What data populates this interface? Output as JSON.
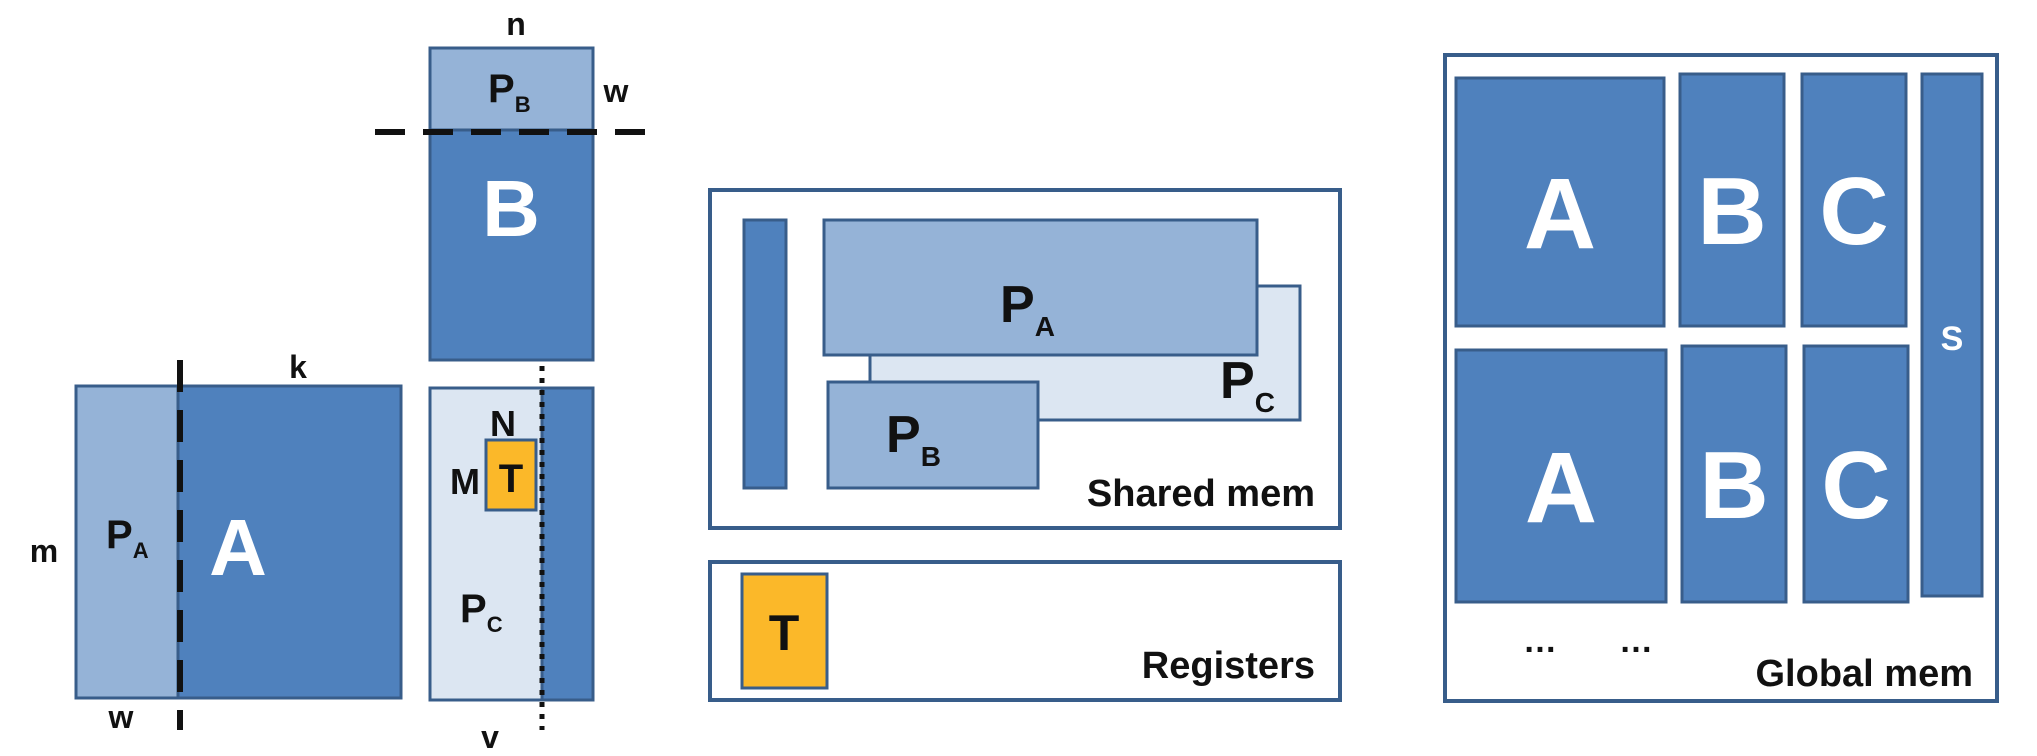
{
  "colors": {
    "dark_blue": "#4f81bd",
    "mid_blue": "#95b3d7",
    "light_blue": "#dce6f2",
    "orange": "#fbb829",
    "border": "#385d8a",
    "text": "#111111"
  },
  "matrix_view": {
    "b_block": {
      "label": "B",
      "panel_label": "P",
      "panel_sub": "B"
    },
    "a_block": {
      "label": "A",
      "panel_label": "P",
      "panel_sub": "A"
    },
    "c_block": {
      "panel_label": "P",
      "panel_sub": "C",
      "tile_label": "T"
    },
    "dims": {
      "n": "n",
      "w_top": "w",
      "k": "k",
      "m": "m",
      "w_bottom": "w",
      "v": "v",
      "N": "N",
      "M": "M"
    }
  },
  "memory_view": {
    "shared": {
      "title": "Shared mem",
      "pa": {
        "label": "P",
        "sub": "A"
      },
      "pb": {
        "label": "P",
        "sub": "B"
      },
      "pc": {
        "label": "P",
        "sub": "C"
      }
    },
    "registers": {
      "title": "Registers",
      "tile_label": "T"
    },
    "global": {
      "title": "Global mem",
      "row1": [
        "A",
        "B",
        "C"
      ],
      "row2": [
        "A",
        "B",
        "C"
      ],
      "side_label": "S",
      "ellipsis": [
        "…",
        "…"
      ]
    }
  }
}
